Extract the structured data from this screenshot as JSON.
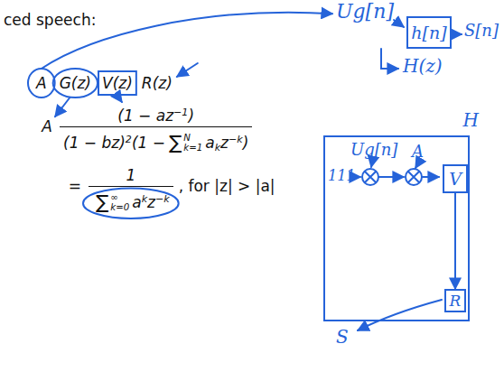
{
  "diagram": {
    "nodes": [
      {
        "text": [
          "h[n]"
        ]
      },
      {
        "text": [
          "H"
        ]
      },
      {
        "text": [
          "V"
        ],
        "in": 1
      },
      {
        "text": [
          "R"
        ],
        "in": 1
      }
    ],
    "edges": [
      {
        "from": 2,
        "to": 3,
        "arrow": "to"
      }
    ],
    "labels": [
      "ced speech:",
      "A",
      "G(z)",
      "V(z)",
      "R(z)",
      "A",
      "(1 − az",
      "−1",
      ")",
      "(1 − bz)",
      "2",
      "(1 −",
      "∑",
      "N",
      "k=1",
      "a",
      "k",
      "z",
      "−k",
      ")",
      "=",
      "1",
      "∑",
      "∞",
      "k=0",
      "a",
      "k",
      "z",
      "−k",
      ", for |z| > |a|",
      "Ug[n]",
      "S[n]",
      "H(z)",
      "111",
      "Ug[n]",
      "A",
      "S"
    ]
  }
}
